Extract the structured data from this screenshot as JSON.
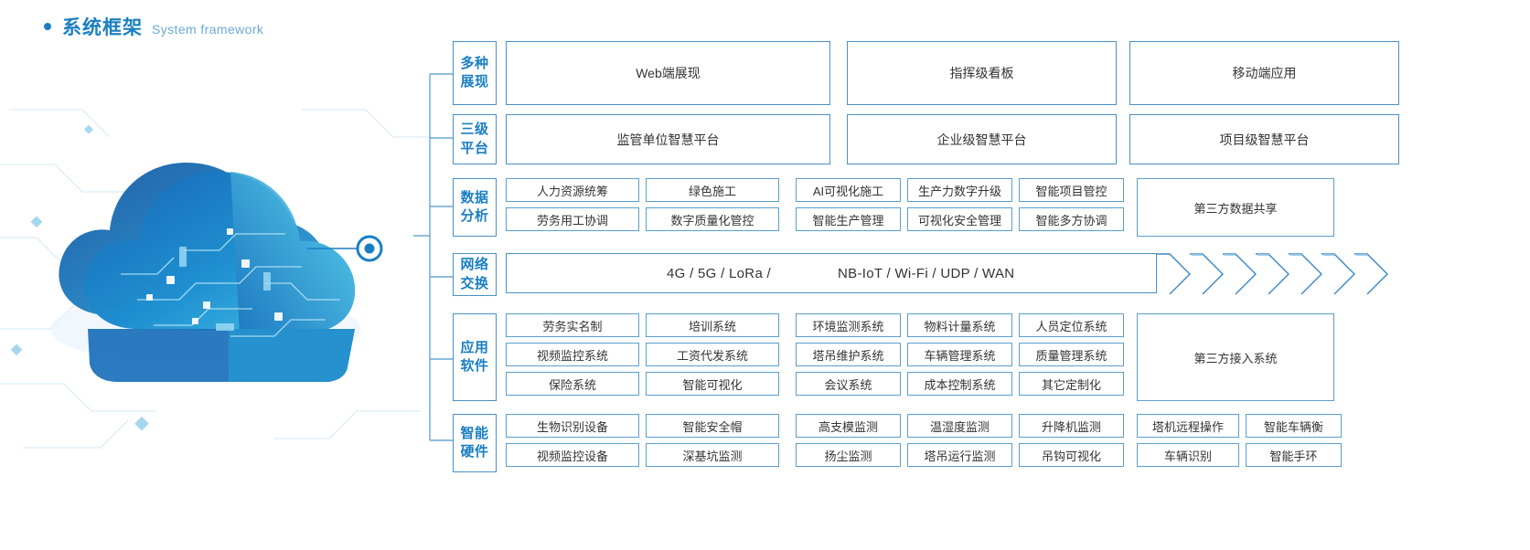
{
  "header": {
    "title_cn": "系统框架",
    "title_en": "System framework",
    "accent": "#1a7fc1"
  },
  "rows": [
    {
      "id": "presentation",
      "label_line1": "多种",
      "label_line2": "展现",
      "boxes": [
        "Web端展现",
        "指挥级看板",
        "移动端应用"
      ]
    },
    {
      "id": "platform",
      "label_line1": "三级",
      "label_line2": "平台",
      "boxes": [
        "监管单位智慧平台",
        "企业级智慧平台",
        "项目级智慧平台"
      ]
    },
    {
      "id": "data-analysis",
      "label_line1": "数据",
      "label_line2": "分析",
      "group_left": [
        [
          "人力资源统筹",
          "绿色施工"
        ],
        [
          "劳务用工协调",
          "数字质量化管控"
        ]
      ],
      "group_right": [
        [
          "AI可视化施工",
          "生产力数字升级",
          "智能项目管控"
        ],
        [
          "智能生产管理",
          "可视化安全管理",
          "智能多方协调"
        ]
      ],
      "side_box": "第三方数据共享"
    },
    {
      "id": "network",
      "label_line1": "网络",
      "label_line2": "交换",
      "net_text_1": "4G / 5G / LoRa /",
      "net_text_2": "NB-IoT / Wi-Fi / UDP / WAN",
      "arrow_count": 7
    },
    {
      "id": "application",
      "label_line1": "应用",
      "label_line2": "软件",
      "group_left": [
        [
          "劳务实名制",
          "培训系统"
        ],
        [
          "视频监控系统",
          "工资代发系统"
        ],
        [
          "保险系统",
          "智能可视化"
        ]
      ],
      "group_right": [
        [
          "环境监测系统",
          "物料计量系统",
          "人员定位系统"
        ],
        [
          "塔吊维护系统",
          "车辆管理系统",
          "质量管理系统"
        ],
        [
          "会议系统",
          "成本控制系统",
          "其它定制化"
        ]
      ],
      "side_box": "第三方接入系统"
    },
    {
      "id": "hardware",
      "label_line1": "智能",
      "label_line2": "硬件",
      "group_left": [
        [
          "生物识别设备",
          "智能安全帽"
        ],
        [
          "视频监控设备",
          "深基坑监测"
        ]
      ],
      "group_right": [
        [
          "高支模监测",
          "温湿度监测",
          "升降机监测"
        ],
        [
          "扬尘监测",
          "塔吊运行监测",
          "吊钩可视化"
        ]
      ],
      "group_far": [
        [
          "塔机远程操作",
          "智能车辆衡"
        ],
        [
          "车辆识别",
          "智能手环"
        ]
      ]
    }
  ],
  "artwork": {
    "name": "cloud-network-illustration",
    "primary": "#1b72b8",
    "secondary": "#2fa8dd",
    "node": "#ffffff"
  }
}
